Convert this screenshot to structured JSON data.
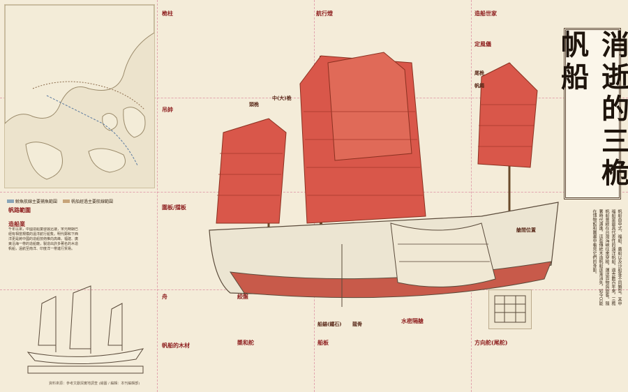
{
  "title": "消逝的三桅帆船",
  "map": {
    "legend_1": "鯨魚航線主要捕魚範圍",
    "legend_2": "帆船經過主要航線範圍"
  },
  "sections": {
    "fan_lu": {
      "heading": "帆路範圍"
    },
    "zao_chuan": {
      "heading": "造船業",
      "text": "千年以來，中國造船業發展迅速，宋元時期已經有相當規模的遠洋航行船隻。明代鄭和下西洋更是將中國的造船技術推向高峰。福建、廣東沿海一帶的造船廠，製造出許多著名的木造帆船，遠航至南洋、印度洋一帶進行貿易。"
    },
    "wei_zhu": {
      "heading": "桅柱"
    },
    "jiao_pan": {
      "heading": "絞盤"
    },
    "zhou": {
      "heading": "舟"
    },
    "fan_chuan_mu_cai": {
      "heading": "帆船的木材"
    },
    "jiang_he_duo": {
      "heading": "槳和舵"
    },
    "hang_xing_deng": {
      "heading": "航行燈"
    },
    "zao_chuan_shi_jie": {
      "heading": "造船世家"
    },
    "ding_feng_yi": {
      "heading": "定風儀"
    },
    "shui_mi_ge_cang": {
      "heading": "水密隔艙"
    },
    "fang_xiang_duo": {
      "heading": "方向舵(尾舵)"
    },
    "ce_ban": {
      "heading": "船板"
    },
    "diao_shuai": {
      "heading": "吊帥"
    },
    "guan_zhuo": {
      "heading": "圍板/擋板"
    }
  },
  "labels": {
    "tou_fan": "頭桅",
    "zhong_fan": "中(大)桅",
    "wei_fan": "尾桅",
    "fan_sheng": "帆繩",
    "chuan_ling": "船錨(鐵石)",
    "long_gu": "龍骨",
    "cang_wei_zhi": "艙間位置",
    "jiao_pan": "絞盤"
  },
  "right_text": "帆船由中式、福船、廣船以及沙船等不同類型。其中福船是最具代表性的遠洋帆船。過去數百年來，三桅帆船曾經在台灣海峽往來穿梭，運送貨物與旅客。隨著時代演進，這些傳統木造帆船逐漸消失，如今只能在博物館和圖畫中看見它們的身影。",
  "footer": "資料來源：參考文獻與實地調查 (繪圖 / 編輯：本刊編輯部)"
}
